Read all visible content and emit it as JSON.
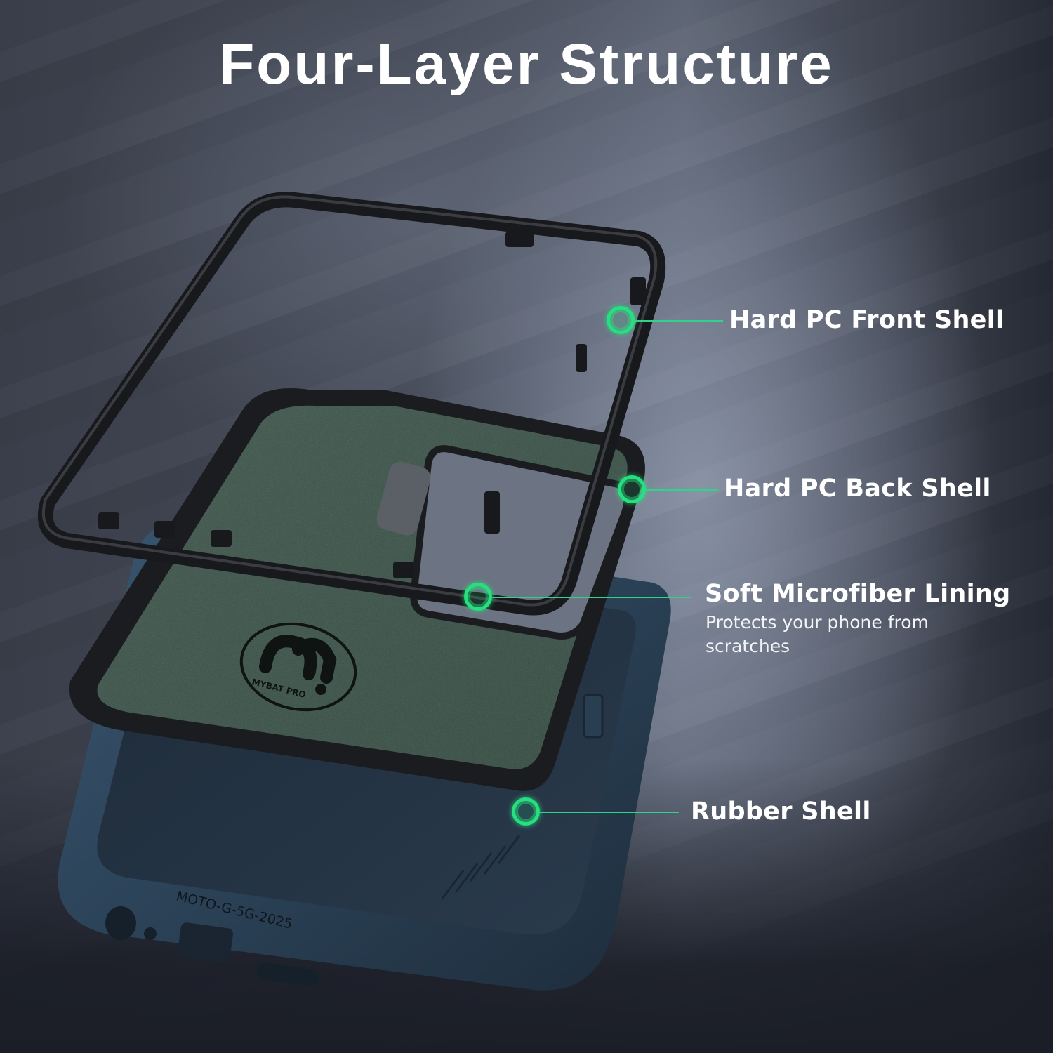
{
  "title": "Four-Layer Structure",
  "colors": {
    "accent": "#25e07f",
    "background": "#3a3e4a",
    "frame": "#1c1d20",
    "microfiber": "#3c5348",
    "rubber_shell": "#2b3f52"
  },
  "callouts": [
    {
      "label": "Hard PC Front Shell",
      "sub": ""
    },
    {
      "label": "Hard PC Back Shell",
      "sub": ""
    },
    {
      "label": "Soft Microfiber Lining",
      "sub": "Protects your phone from scratches"
    },
    {
      "label": "Rubber Shell",
      "sub": ""
    }
  ],
  "product_markings": {
    "logo_text": "MYBAT PRO",
    "model_text": "MOTO-G-5G-2025"
  }
}
